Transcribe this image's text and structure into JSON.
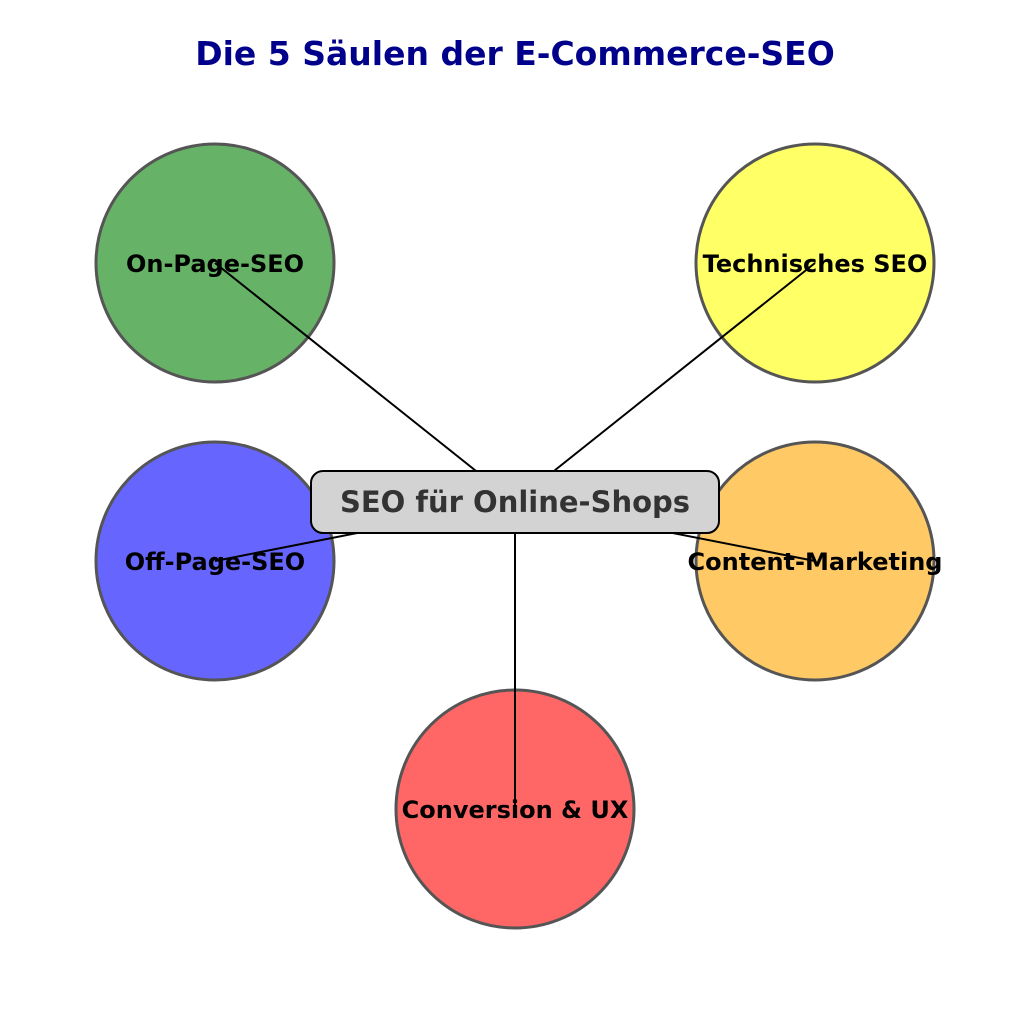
{
  "title": "Die 5 Säulen der E-Commerce-SEO",
  "title_color": "#00008b",
  "center": {
    "label": "SEO für Online-Shops",
    "fill": "#d3d3d3",
    "text_color": "#333333"
  },
  "pillars": [
    {
      "label": "On-Page-SEO",
      "color": "#66b266"
    },
    {
      "label": "Technisches SEO",
      "color": "#ffff66"
    },
    {
      "label": "Off-Page-SEO",
      "color": "#6666ff"
    },
    {
      "label": "Content-Marketing",
      "color": "#ffc966"
    },
    {
      "label": "Conversion & UX",
      "color": "#ff6666"
    }
  ]
}
